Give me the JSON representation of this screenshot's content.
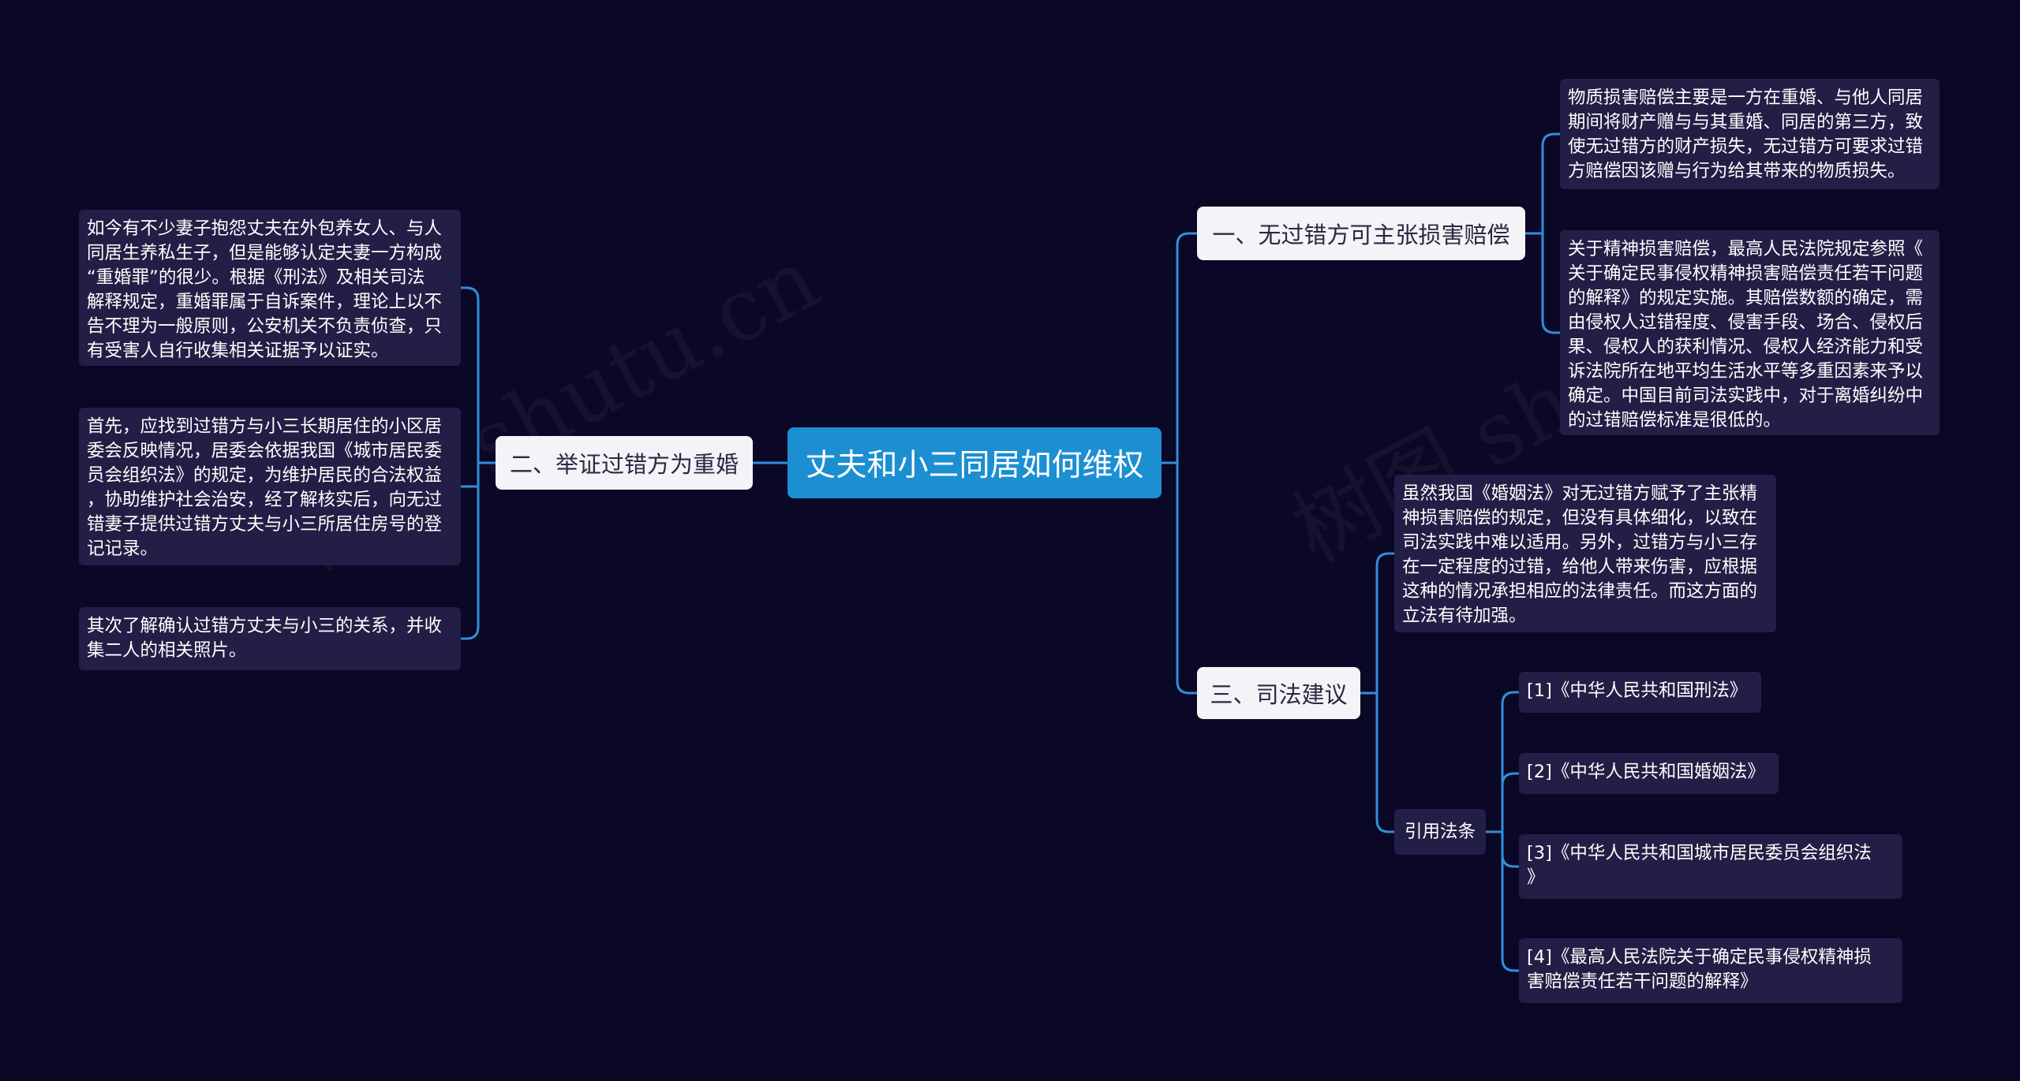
{
  "watermark": "树图 shutu.cn",
  "root": {
    "title": "丈夫和小三同居如何维权"
  },
  "branches": [
    {
      "label": "一、无过错方可主张损害赔偿",
      "items": [
        "物质损害赔偿主要是一方在重婚、与他人同居\n期间将财产赠与与其重婚、同居的第三方，致\n使无过错方的财产损失，无过错方可要求过错\n方赔偿因该赠与行为给其带来的物质损失。",
        "关于精神损害赔偿，最高人民法院规定参照《\n关于确定民事侵权精神损害赔偿责任若干问题\n的解释》的规定实施。其赔偿数额的确定，需\n由侵权人过错程度、侵害手段、场合、侵权后\n果、侵权人的获利情况、侵权人经济能力和受\n诉法院所在地平均生活水平等多重因素来予以\n确定。中国目前司法实践中，对于离婚纠纷中\n的过错赔偿标准是很低的。"
      ]
    },
    {
      "label": "二、举证过错方为重婚",
      "items": [
        "如今有不少妻子抱怨丈夫在外包养女人、与人\n同居生养私生子，但是能够认定夫妻一方构成\n“重婚罪”的很少。根据《刑法》及相关司法\n解释规定，重婚罪属于自诉案件，理论上以不\n告不理为一般原则，公安机关不负责侦查，只\n有受害人自行收集相关证据予以证实。",
        "首先，应找到过错方与小三长期居住的小区居\n委会反映情况，居委会依据我国《城市居民委\n员会组织法》的规定，为维护居民的合法权益\n，协助维护社会治安，经了解核实后，向无过\n错妻子提供过错方丈夫与小三所居住房号的登\n记记录。",
        "其次了解确认过错方丈夫与小三的关系，并收\n集二人的相关照片。"
      ]
    },
    {
      "label": "三、司法建议",
      "items": [
        "虽然我国《婚姻法》对无过错方赋予了主张精\n神损害赔偿的规定，但没有具体细化，以致在\n司法实践中难以适用。另外，过错方与小三存\n在一定程度的过错，给他人带来伤害，应根据\n这种的情况承担相应的法律责任。而这方面的\n立法有待加强。"
      ],
      "citations": {
        "label": "引用法条",
        "refs": [
          "[1]《中华人民共和国刑法》",
          "[2]《中华人民共和国婚姻法》",
          "[3]《中华人民共和国城市居民委员会组织法\n》",
          "[4]《最高人民法院关于确定民事侵权精神损\n害赔偿责任若干问题的解释》"
        ]
      }
    }
  ],
  "colors": {
    "background": "#0b0726",
    "root": "#1b8fd2",
    "branch": "#f4f3f8",
    "leaf": "#231e45",
    "connector": "#2f8fd8"
  }
}
